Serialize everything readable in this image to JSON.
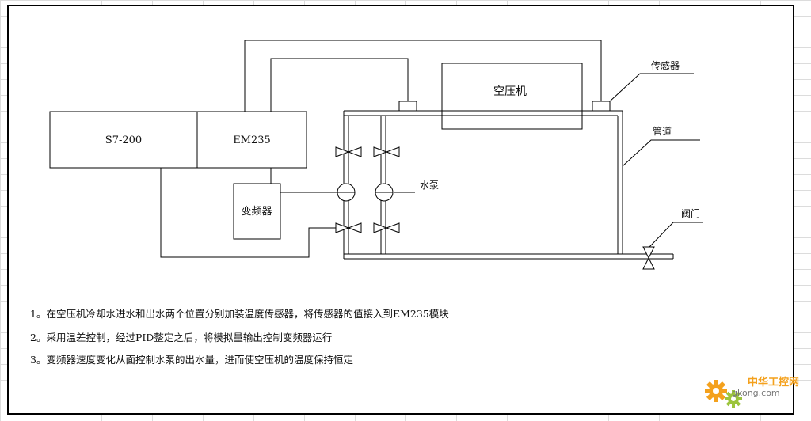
{
  "diagram": {
    "plc_label": "S7-200",
    "module_label": "EM235",
    "inverter_label": "变频器",
    "compressor_label": "空压机",
    "sensor_label": "传感器",
    "pipe_label": "管道",
    "pump_label": "水泵",
    "valve_label": "阀门"
  },
  "notes": [
    "1。在空压机冷却水进水和出水两个位置分别加装温度传感器，将传感器的值接入到EM235模块",
    "2。采用温差控制，经过PID整定之后，将模拟量输出控制变频器运行",
    "3。变频器速度变化从面控制水泵的出水量，进而使空压机的温度保持恒定"
  ],
  "watermark": {
    "title": "中华工控网",
    "url": "gkong.com"
  }
}
